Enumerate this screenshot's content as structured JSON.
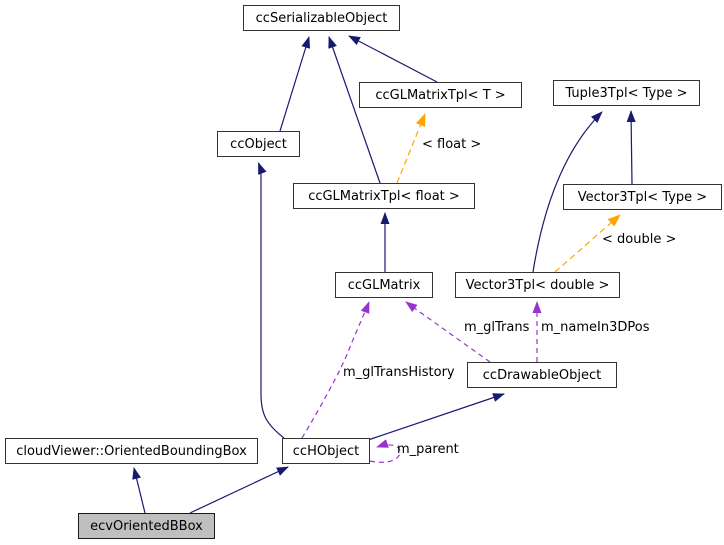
{
  "diagram_type": "class-collaboration-graph",
  "nodes": {
    "ccSerializableObject": {
      "label": "ccSerializableObject"
    },
    "ccGLMatrixTpl_T": {
      "label": "ccGLMatrixTpl< T >"
    },
    "Tuple3Tpl_Type": {
      "label": "Tuple3Tpl< Type >"
    },
    "ccObject": {
      "label": "ccObject"
    },
    "ccGLMatrixTpl_float": {
      "label": "ccGLMatrixTpl< float >"
    },
    "Vector3Tpl_Type": {
      "label": "Vector3Tpl< Type >"
    },
    "ccGLMatrix": {
      "label": "ccGLMatrix"
    },
    "Vector3Tpl_double": {
      "label": "Vector3Tpl< double >"
    },
    "ccDrawableObject": {
      "label": "ccDrawableObject"
    },
    "cloudViewer_OrientedBoundingBox": {
      "label": "cloudViewer::OrientedBoundingBox"
    },
    "ccHObject": {
      "label": "ccHObject"
    },
    "ecvOrientedBBox": {
      "label": "ecvOrientedBBox",
      "highlighted": true
    }
  },
  "edge_labels": {
    "template_float": "< float >",
    "template_double": "< double >",
    "m_glTrans": "m_glTrans",
    "m_nameIn3DPos": "m_nameIn3DPos",
    "m_glTransHistory": "m_glTransHistory",
    "m_parent": "m_parent"
  },
  "colors": {
    "inheritance_edge": "#191970",
    "template_instantiation_edge": "#ffa500",
    "usage_edge": "#9a32cd",
    "node_border": "#333333",
    "node_fill": "#ffffff",
    "highlighted_node_fill": "#bfbfbf",
    "text": "#000000",
    "background": "#ffffff"
  }
}
